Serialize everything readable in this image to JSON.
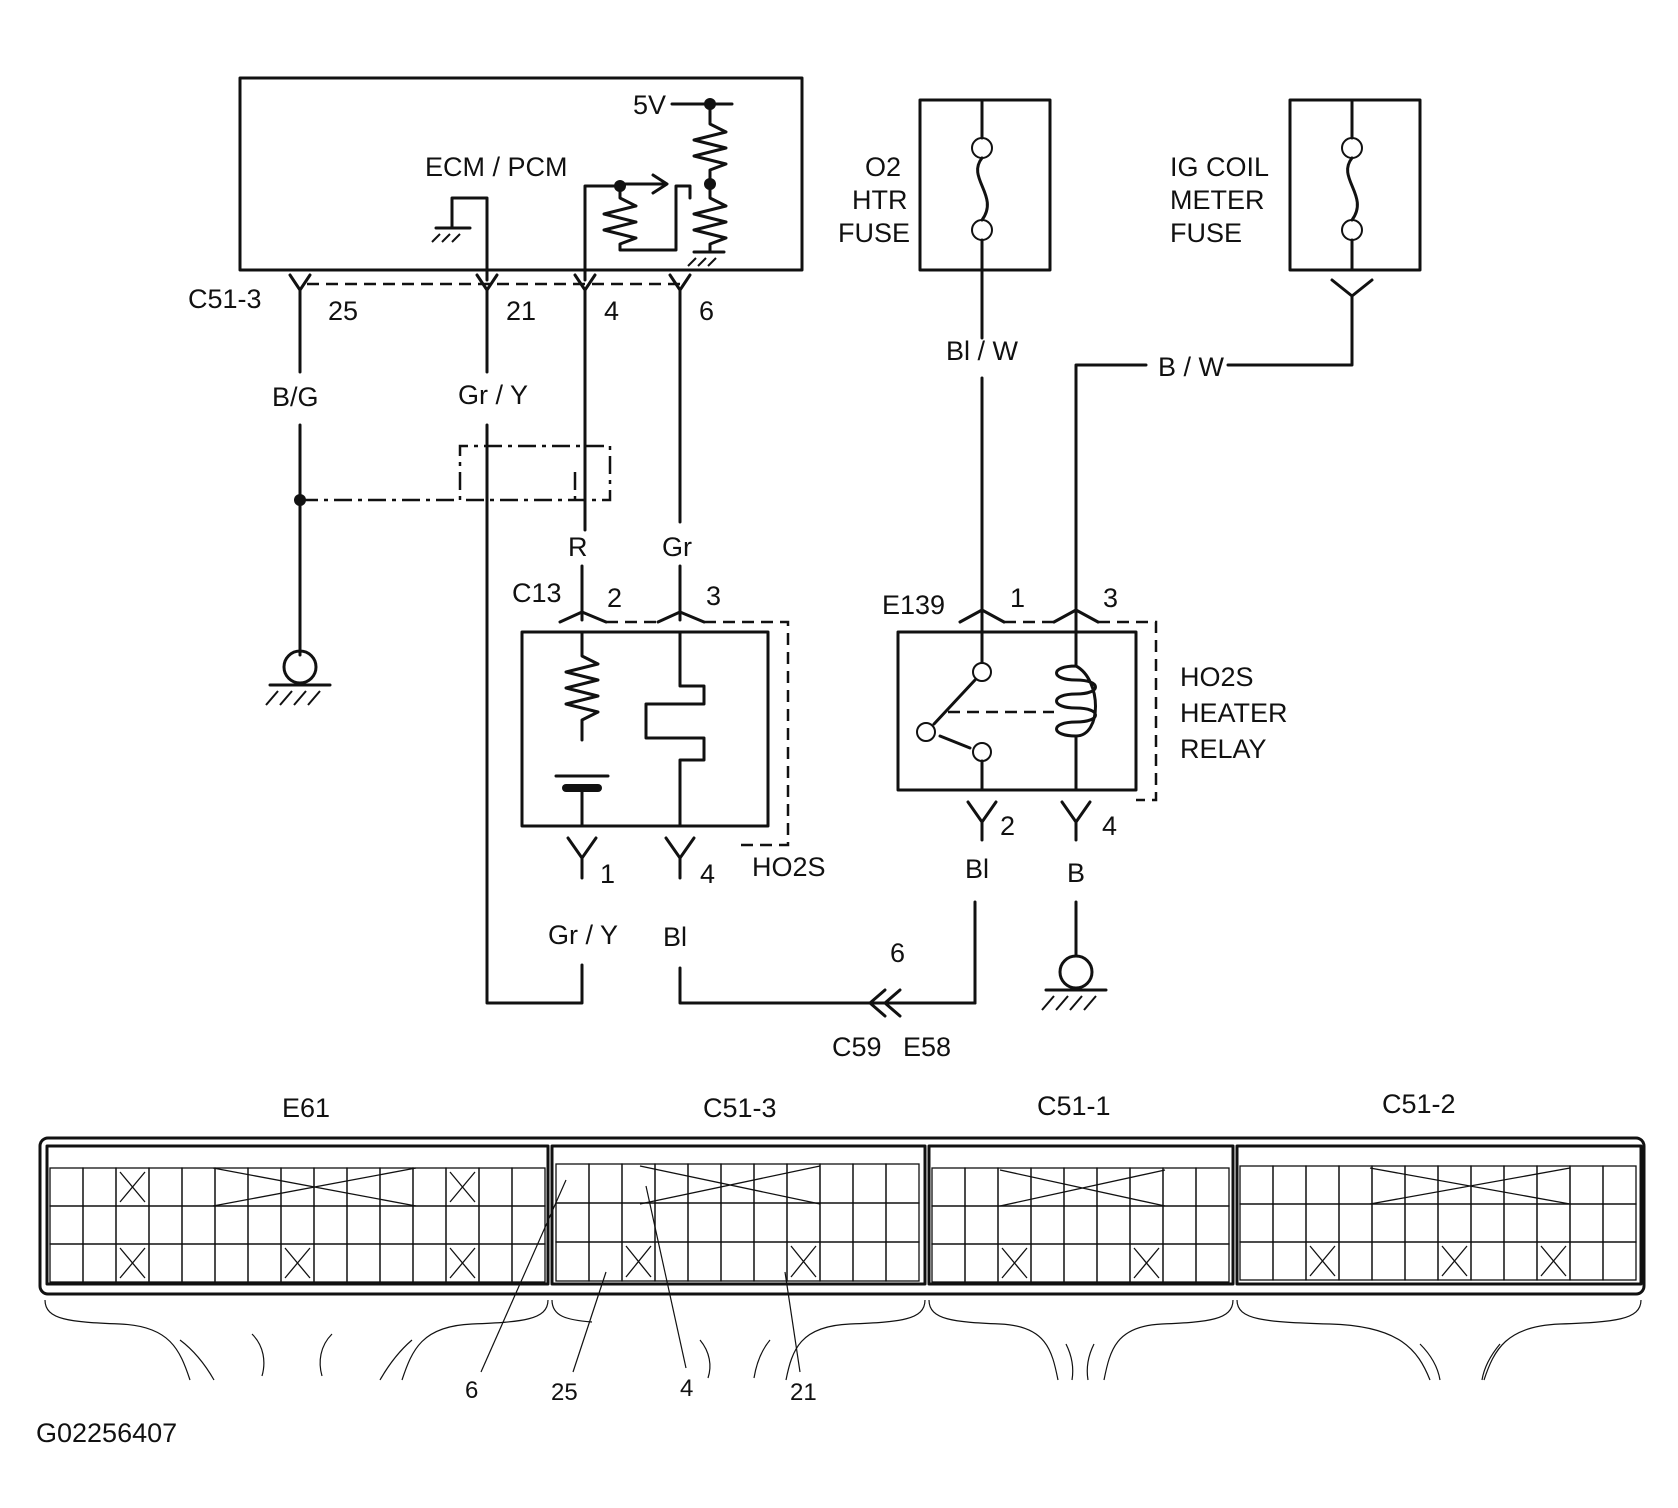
{
  "modules": {
    "ecm": "ECM / PCM",
    "ref_voltage": "5V",
    "o2_fuse": [
      "O2",
      "HTR",
      "FUSE"
    ],
    "ig_fuse": [
      "IG COIL",
      "METER",
      "FUSE"
    ],
    "sensor": "HO2S",
    "relay": [
      "HO2S",
      "HEATER",
      "RELAY"
    ]
  },
  "connectors": {
    "ecm": "C51-3",
    "sensor": "C13",
    "relay": "E139",
    "inline_a": "C59",
    "inline_b": "E58",
    "inline_pin": "6"
  },
  "pins": {
    "ecm": [
      "25",
      "21",
      "4",
      "6"
    ],
    "sensor_top": [
      "2",
      "3"
    ],
    "sensor_bottom": [
      "1",
      "4"
    ],
    "relay_top": [
      "1",
      "3"
    ],
    "relay_bottom": [
      "2",
      "4"
    ]
  },
  "wires": {
    "bg": "B/G",
    "gry_top": "Gr / Y",
    "r": "R",
    "gr": "Gr",
    "blw": "Bl / W",
    "bw": "B / W",
    "gry_bottom": "Gr / Y",
    "bl_sensor": "Bl",
    "bl_relay": "Bl",
    "b": "B"
  },
  "face_view": {
    "labels": [
      "E61",
      "C51-3",
      "C51-1",
      "C51-2"
    ],
    "pin_callouts": [
      "6",
      "25",
      "4",
      "21"
    ]
  },
  "figure_id": "G02256407"
}
